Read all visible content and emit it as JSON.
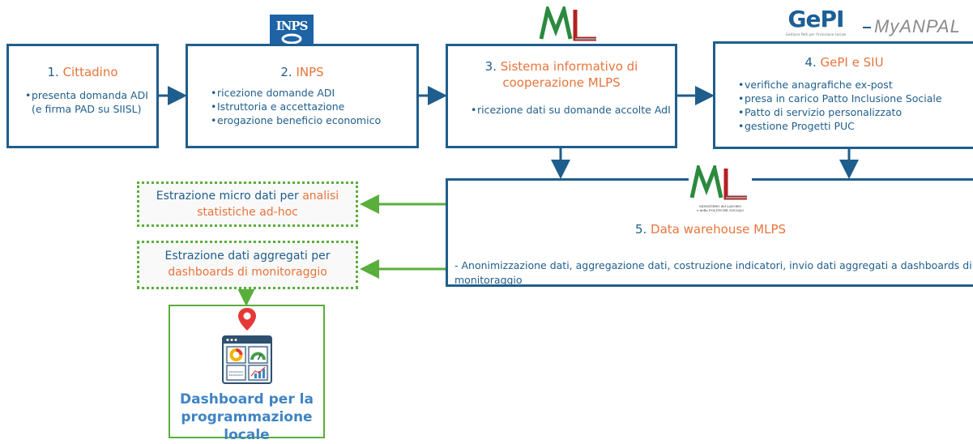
{
  "box1": {
    "num": "1.",
    "title": "Cittadino",
    "bullets": [
      "presenta domanda ADI (e firma PAD su SIISL)"
    ]
  },
  "box2": {
    "num": "2.",
    "title": "INPS",
    "bullets": [
      "ricezione domande ADI",
      "Istruttoria e accettazione",
      "erogazione beneficio economico"
    ],
    "logo_text": "INPS"
  },
  "box3": {
    "num": "3.",
    "title_line1": "Sistema informativo di",
    "title_line2": "cooperazione MLPS",
    "bullets": [
      "ricezione dati su domande accolte AdI"
    ]
  },
  "box4": {
    "num": "4.",
    "title": "GePI e SIU",
    "bullets": [
      "verifiche anagrafiche ex-post",
      "presa in carico Patto Inclusione Sociale",
      "Patto di servizio personalizzato",
      "gestione Progetti PUC"
    ],
    "gepi_logo": "GePI",
    "gepi_sub": "Gestione Patti per l'Inclusione sociale",
    "anpal_logo": "MyANPAL"
  },
  "box5": {
    "num": "5.",
    "title": "Data warehouse MLPS",
    "desc": "- Anonimizzazione  dati, aggregazione dati, costruzione indicatori, invio dati aggregati a dashboards di monitoraggio"
  },
  "ministry_logo": {
    "letters": "ML",
    "line1": "MINISTERO del LAVORO",
    "line2": "e delle POLITICHE SOCIALI"
  },
  "extract1": {
    "text_pre": "Estrazione micro dati per ",
    "highlight1": "analisi statistiche",
    "text_mid": " ",
    "highlight2": "ad-hoc"
  },
  "extract2": {
    "text_pre": "Estrazione dati aggregati per ",
    "highlight": "dashboards di monitoraggio"
  },
  "dashboard": {
    "title": "Dashboard per la programmazione locale"
  },
  "colors": {
    "blue": "#1f5e8c",
    "orange": "#e8743b",
    "green": "#5aae3c",
    "inps_blue": "#1d63a6"
  }
}
